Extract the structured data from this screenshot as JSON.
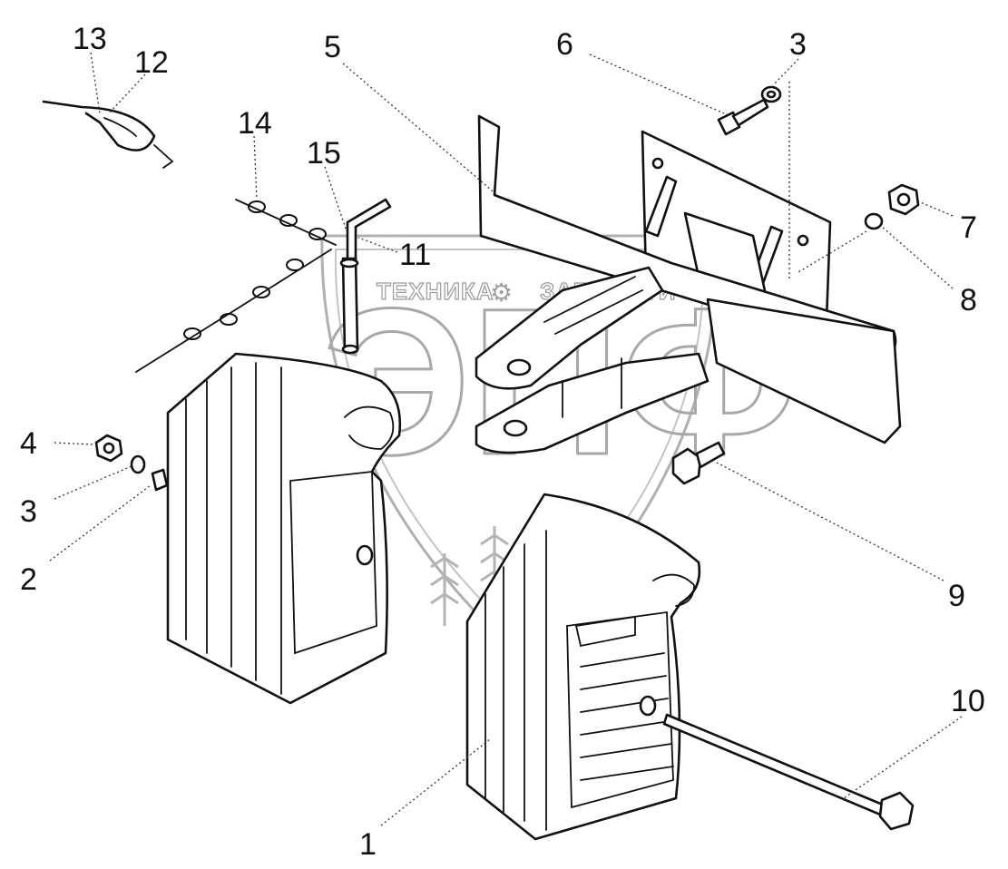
{
  "watermark": {
    "left_word": "ТЕХНИКА",
    "right_word": "ЗАПЧАСТИ",
    "big_letters": "ЭПФ",
    "gear_glyph": "⚙"
  },
  "callouts": [
    {
      "id": "c13",
      "text": "13"
    },
    {
      "id": "c12",
      "text": "12"
    },
    {
      "id": "c14",
      "text": "14"
    },
    {
      "id": "c15",
      "text": "15"
    },
    {
      "id": "c11",
      "text": "11"
    },
    {
      "id": "c5",
      "text": "5"
    },
    {
      "id": "c6",
      "text": "6"
    },
    {
      "id": "c3a",
      "text": "3"
    },
    {
      "id": "c7",
      "text": "7"
    },
    {
      "id": "c8",
      "text": "8"
    },
    {
      "id": "c4",
      "text": "4"
    },
    {
      "id": "c3b",
      "text": "3"
    },
    {
      "id": "c2",
      "text": "2"
    },
    {
      "id": "c9",
      "text": "9"
    },
    {
      "id": "c10",
      "text": "10"
    },
    {
      "id": "c1",
      "text": "1"
    }
  ]
}
